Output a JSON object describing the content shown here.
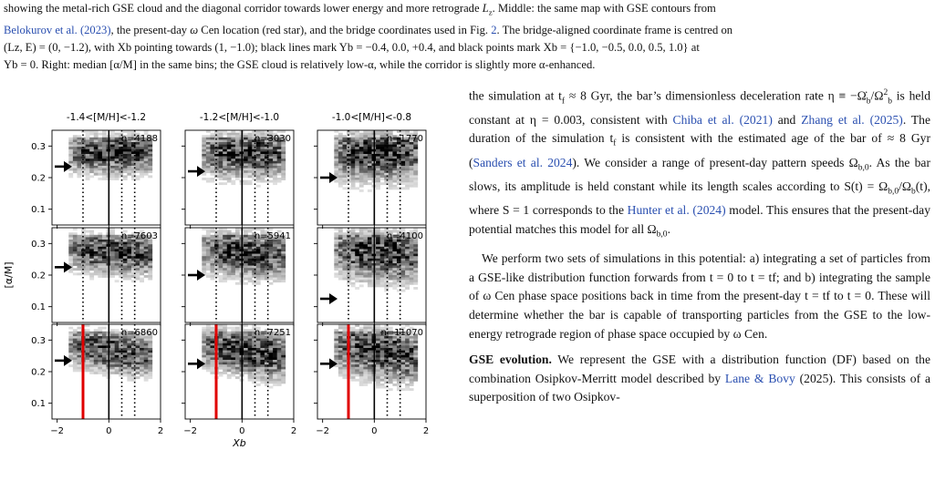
{
  "caption": {
    "line1_a": "showing the metal-rich GSE cloud and the diagonal corridor towards lower energy and more retrograde",
    "line1_b": "L",
    "line1_c": "z",
    "line1_d": ". Middle: the same map with GSE contours from",
    "ref_belokurov": "Belokurov et al. (2023)",
    "line2_a": ", the present-day ",
    "omega": "ω",
    "line2_b": " Cen location (red star), and the bridge coordinates used in Fig. ",
    "ref_fig2": "2",
    "line2_c": ". The bridge-aligned coordinate frame is centred on",
    "line3": "(Lz, E) = (0, −1.2), with Xb pointing towards (1, −1.0); black lines mark Yb = −0.4, 0.0, +0.4, and black points mark Xb = {−1.0, −0.5, 0.0, 0.5, 1.0} at",
    "line4": "Yb = 0. Right: median [α/M] in the same bins; the GSE cloud is relatively low-α, while the corridor is slightly more α-enhanced."
  },
  "body": {
    "p1_a": "the simulation at t",
    "p1_sub_f": "f",
    "p1_b": " ≈ 8 Gyr, the bar’s dimensionless deceleration rate η ≡ −Ω̇",
    "p1_sub_b": "b",
    "p1_c": "/Ω",
    "p1_d": " is held constant at η = 0.003, consistent with ",
    "ref_chiba": "Chiba et al. (2021)",
    "p1_e": " and ",
    "ref_zhang": "Zhang et al. (2025)",
    "p1_f": ". The duration of the simulation t",
    "p1_g": " is consistent with the estimated age of the bar of ≈ 8 Gyr (",
    "ref_sanders": "Sanders et al. 2024",
    "p1_h": "). We consider a range of present-day pattern speeds Ω",
    "p1_sub_b0": "b,0",
    "p1_i": ". As the bar slows, its amplitude is held constant while its length scales according to S(t) = Ω",
    "p1_j": "/Ω",
    "p1_k": "(t), where S = 1 corresponds to the ",
    "ref_hunter": "Hunter et al. (2024)",
    "p1_l": " model. This ensures that the present-day potential matches this model for all Ω",
    "p1_m": ".",
    "p2": "We perform two sets of simulations in this potential: a) integrating a set of particles from a GSE-like distribution function forwards from t = 0 to t = tf; and b) integrating the sample of ω Cen phase space positions back in time from the present-day t = tf to t = 0. These will determine whether the bar is capable of transporting particles from the GSE to the low-energy retrograde region of phase space occupied by ω Cen.",
    "p3_title": "GSE evolution.",
    "p3_a": " We represent the GSE with a distribution function (DF) based on the combination Osipkov-Merritt model described by ",
    "ref_lane": "Lane & Bovy",
    "p3_b": " (2025). This consists of a superposition of two Osipkov-"
  },
  "chart_data": {
    "type": "heatmap",
    "columns": [
      "-1.4<[M/H]<-1.2",
      "-1.2<[M/H]<-1.0",
      "-1.0<[M/H]<-0.8"
    ],
    "xlabel": "Xb",
    "ylabel": "[α/M]",
    "x_ticks": [
      -2,
      0,
      2
    ],
    "y_ticks": [
      0.1,
      0.2,
      0.3
    ],
    "xlim": [
      -2.2,
      2.0
    ],
    "ylim": [
      0.05,
      0.35
    ],
    "vertical_lines": {
      "dotted": [
        -1.0,
        0.5,
        1.0
      ],
      "solid": [
        0.0
      ],
      "red_row": 2,
      "red_x": -1.0
    },
    "arrow_y": [
      [
        0.235,
        0.22,
        0.2
      ],
      [
        0.225,
        0.2,
        0.125
      ],
      [
        0.235,
        0.225,
        0.225
      ]
    ],
    "panels": [
      [
        {
          "n": "n=4188"
        },
        {
          "n": "n=3030"
        },
        {
          "n": "n=1770"
        }
      ],
      [
        {
          "n": "n=7603"
        },
        {
          "n": "n=5941"
        },
        {
          "n": "n=4100"
        }
      ],
      [
        {
          "n": "n=6860"
        },
        {
          "n": "n=7251"
        },
        {
          "n": "n=11070"
        }
      ]
    ]
  }
}
